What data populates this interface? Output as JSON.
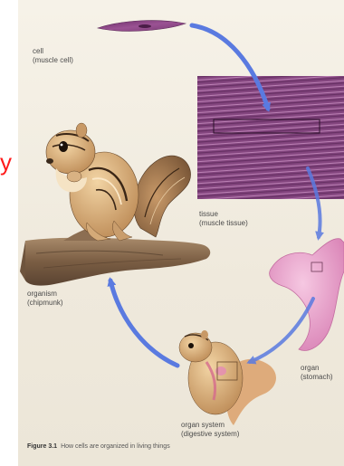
{
  "labels": {
    "cell": "cell",
    "cell_sub": "(muscle cell)",
    "tissue": "tissue",
    "tissue_sub": "(muscle tissue)",
    "organ": "organ",
    "organ_sub": "(stomach)",
    "organ_system": "organ system",
    "organ_system_sub": "(digestive system)",
    "organism": "organism",
    "organism_sub": "(chipmunk)"
  },
  "caption": {
    "figure": "Figure 3.1",
    "text": "How cells are organized in living things"
  },
  "stray_text": "y",
  "colors": {
    "arrow": "#5a7ae0",
    "muscle": "#8e4a86",
    "stomach": "#e79ac6",
    "stray_text": "#ff1a1a"
  }
}
